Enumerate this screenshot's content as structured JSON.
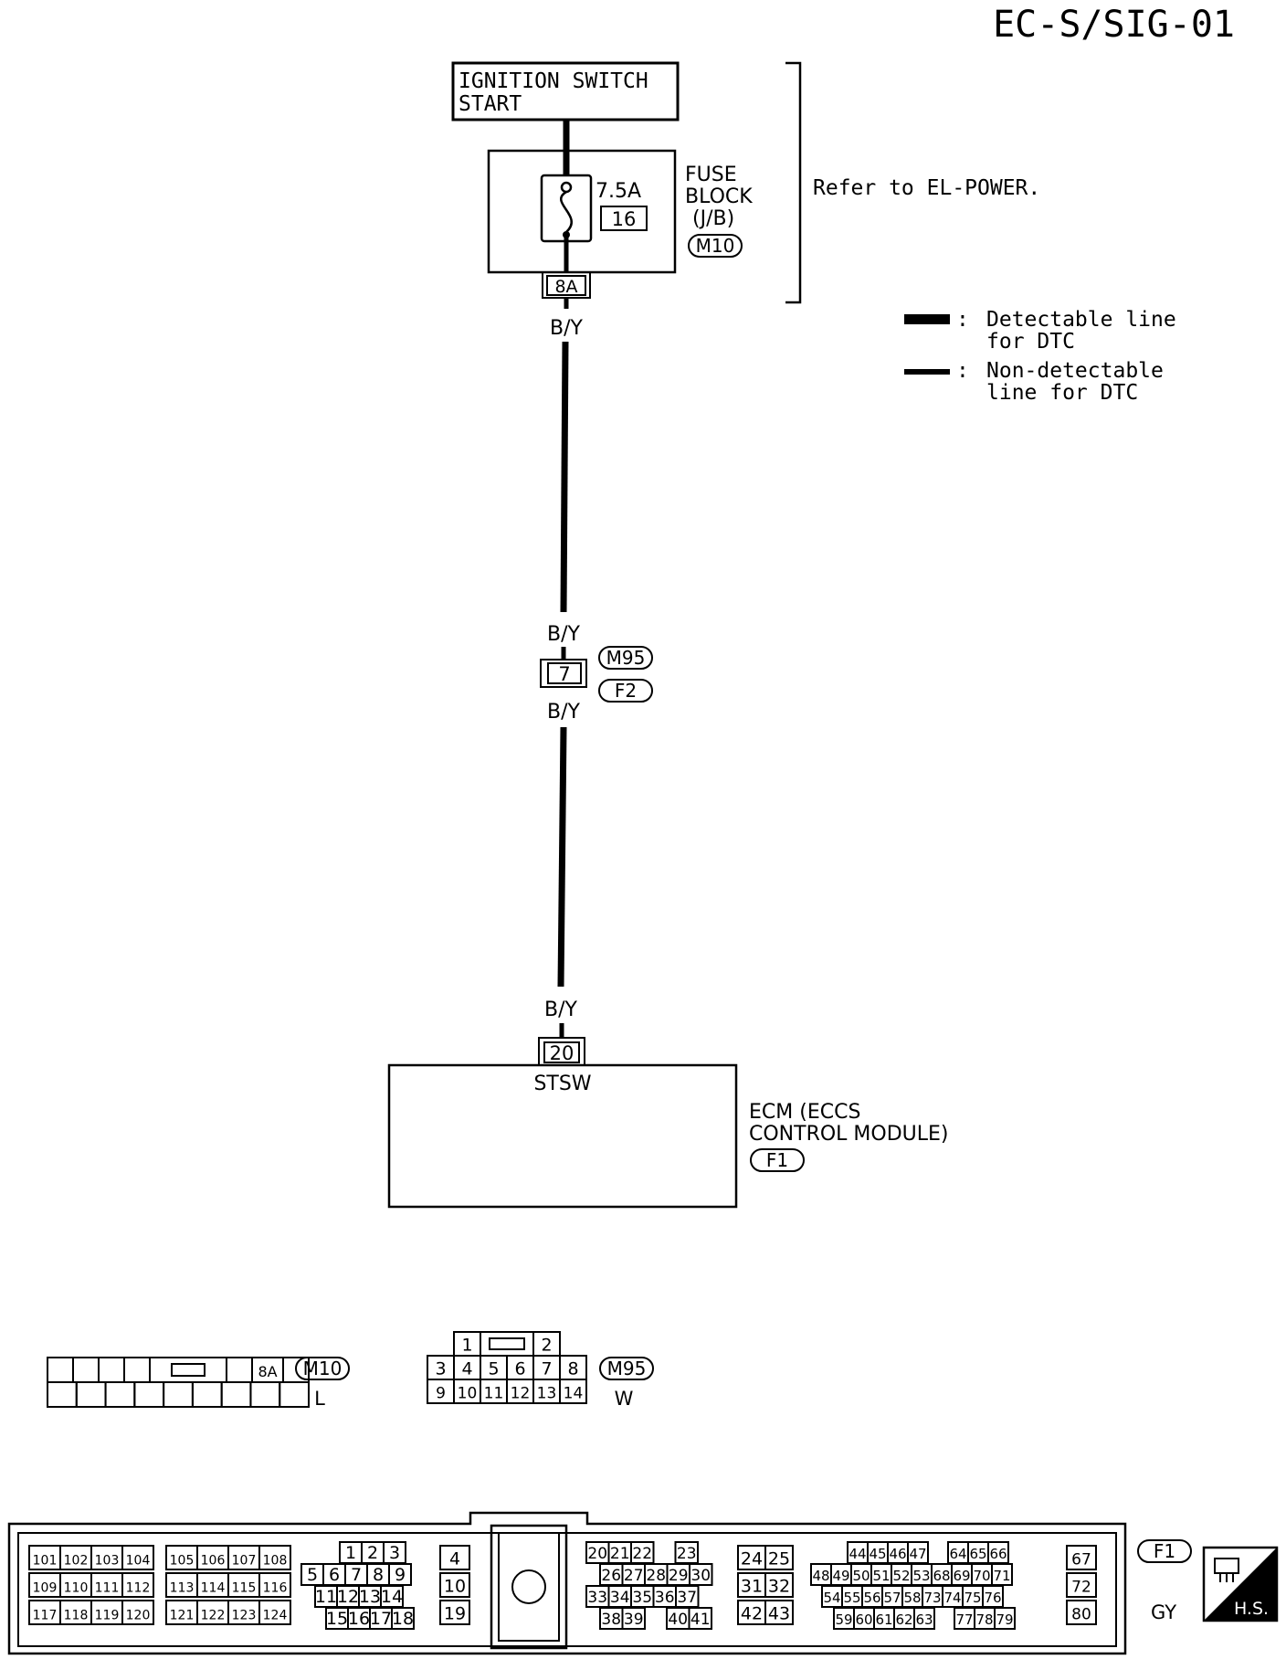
{
  "page_code": "EC-S/SIG-01",
  "ignition_switch": {
    "line1": "IGNITION SWITCH",
    "line2": "START"
  },
  "fuse_block": {
    "rating": "7.5A",
    "number": "16",
    "name_line1": "FUSE",
    "name_line2": "BLOCK",
    "name_line3": "(J/B)",
    "connector": "M10",
    "terminal": "8A"
  },
  "refer_note": "Refer to EL-POWER.",
  "legend": [
    {
      "line1": "Detectable line",
      "line2": "for DTC"
    },
    {
      "line1": "Non-detectable",
      "line2": "line for DTC"
    }
  ],
  "legend_colon": ":",
  "wire_color": "B/Y",
  "joint_connector": {
    "terminal": "7",
    "male": "M95",
    "female": "F2"
  },
  "ecm": {
    "terminal": "20",
    "terminal_name": "STSW",
    "line1": "ECM (ECCS",
    "line2": "CONTROL MODULE)",
    "connector": "F1"
  },
  "connector_m10": {
    "id": "M10",
    "color": "L",
    "top_row": [
      "",
      "",
      "",
      "",
      "",
      "",
      "8A",
      ""
    ],
    "bottom_row": [
      "",
      "",
      "",
      "",
      "",
      "",
      "",
      "",
      ""
    ]
  },
  "connector_m95": {
    "id": "M95",
    "color": "W",
    "row1": [
      "1",
      "2"
    ],
    "row2": [
      "3",
      "4",
      "5",
      "6",
      "7",
      "8"
    ],
    "row3": [
      "9",
      "10",
      "11",
      "12",
      "13",
      "14"
    ]
  },
  "connector_f1": {
    "id": "F1",
    "color": "GY",
    "blocks": [
      {
        "rows": [
          [
            "101",
            "102",
            "103",
            "104"
          ],
          [
            "109",
            "110",
            "111",
            "112"
          ],
          [
            "117",
            "118",
            "119",
            "120"
          ]
        ]
      },
      {
        "rows": [
          [
            "105",
            "106",
            "107",
            "108"
          ],
          [
            "113",
            "114",
            "115",
            "116"
          ],
          [
            "121",
            "122",
            "123",
            "124"
          ]
        ]
      },
      {
        "rows": [
          [
            "1",
            "2",
            "3"
          ],
          [
            "5",
            "6",
            "7",
            "8",
            "9"
          ],
          [
            "11",
            "12",
            "13",
            "14"
          ],
          [
            "15",
            "16",
            "17",
            "18"
          ]
        ]
      },
      {
        "rows": [
          [
            "4"
          ],
          [
            "10"
          ],
          [
            "19"
          ]
        ]
      },
      {
        "rows": [
          [
            "20",
            "21",
            "22",
            "23"
          ],
          [
            "26",
            "27",
            "28",
            "29",
            "30"
          ],
          [
            "33",
            "34",
            "35",
            "36",
            "37"
          ],
          [
            "38",
            "39",
            "40",
            "41"
          ]
        ]
      },
      {
        "rows": [
          [
            "24",
            "25"
          ],
          [
            "31",
            "32"
          ],
          [
            "42",
            "43"
          ]
        ]
      },
      {
        "rows": [
          [
            "44",
            "45",
            "46",
            "47",
            "64",
            "65",
            "66"
          ],
          [
            "48",
            "49",
            "50",
            "51",
            "52",
            "53",
            "68",
            "69",
            "70",
            "71"
          ],
          [
            "54",
            "55",
            "56",
            "57",
            "58",
            "73",
            "74",
            "75",
            "76"
          ],
          [
            "59",
            "60",
            "61",
            "62",
            "63",
            "77",
            "78",
            "79"
          ]
        ]
      },
      {
        "rows": [
          [
            "67"
          ],
          [
            "72"
          ],
          [
            "80"
          ]
        ]
      }
    ]
  },
  "hs_badge": "H.S."
}
